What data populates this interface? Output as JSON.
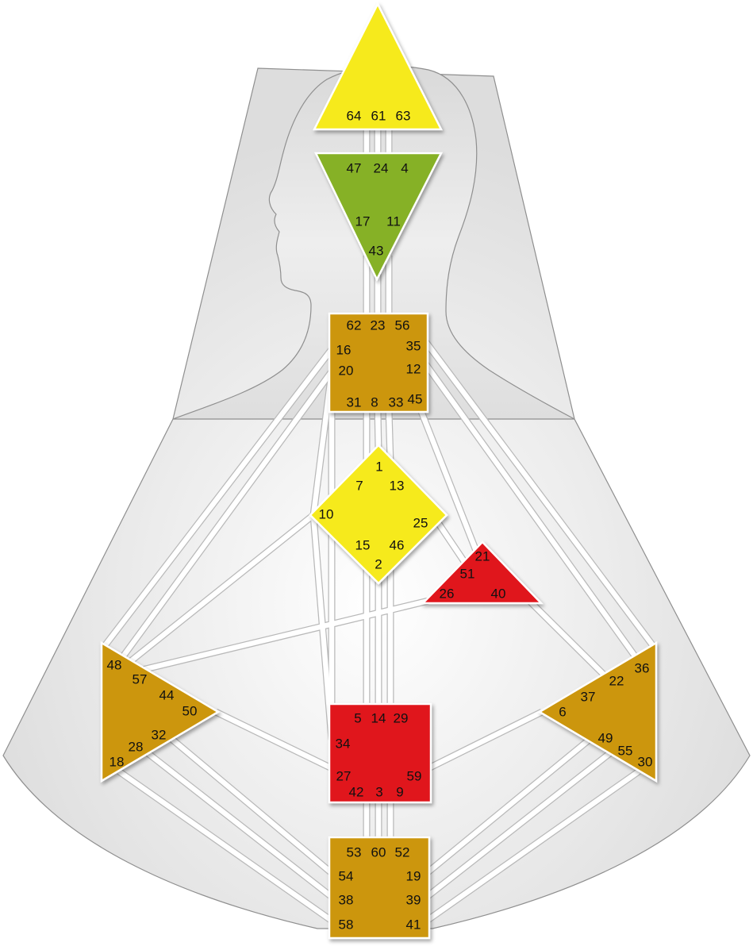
{
  "colors": {
    "background": "#ffffff",
    "silhouette": "#e2e2e2",
    "outline": "#8f8f8f",
    "channel_border": "#b9b9b9",
    "channel_fill": "#ffffff",
    "yellow": "#f6ea1f",
    "green": "#86b125",
    "ochre": "#cc960e",
    "red": "#e0121c"
  },
  "centers": [
    {
      "id": "head",
      "shape": "triangle-up",
      "color": "#f6ea1f",
      "gates": [
        "64",
        "61",
        "63"
      ]
    },
    {
      "id": "ajna",
      "shape": "triangle-down",
      "color": "#86b125",
      "gates": [
        "47",
        "24",
        "4",
        "17",
        "11",
        "43"
      ]
    },
    {
      "id": "throat",
      "shape": "square",
      "color": "#cc960e",
      "gates": [
        "62",
        "23",
        "56",
        "16",
        "35",
        "20",
        "12",
        "31",
        "8",
        "33",
        "45"
      ]
    },
    {
      "id": "g",
      "shape": "diamond",
      "color": "#f6ea1f",
      "gates": [
        "1",
        "7",
        "13",
        "10",
        "25",
        "15",
        "46",
        "2"
      ]
    },
    {
      "id": "heart",
      "shape": "triangle-small",
      "color": "#e0121c",
      "gates": [
        "21",
        "51",
        "26",
        "40"
      ]
    },
    {
      "id": "spleen",
      "shape": "triangle-right",
      "color": "#cc960e",
      "gates": [
        "48",
        "57",
        "44",
        "50",
        "32",
        "28",
        "18"
      ]
    },
    {
      "id": "solar-plexus",
      "shape": "triangle-left",
      "color": "#cc960e",
      "gates": [
        "36",
        "22",
        "37",
        "6",
        "49",
        "55",
        "30"
      ]
    },
    {
      "id": "sacral",
      "shape": "square",
      "color": "#e0121c",
      "gates": [
        "5",
        "14",
        "29",
        "34",
        "27",
        "59",
        "42",
        "3",
        "9"
      ]
    },
    {
      "id": "root",
      "shape": "square",
      "color": "#cc960e",
      "gates": [
        "53",
        "60",
        "52",
        "54",
        "19",
        "38",
        "39",
        "58",
        "41"
      ]
    }
  ],
  "channels": [
    [
      "64",
      "47"
    ],
    [
      "61",
      "24"
    ],
    [
      "63",
      "4"
    ],
    [
      "17",
      "62"
    ],
    [
      "43",
      "23"
    ],
    [
      "11",
      "56"
    ],
    [
      "1",
      "8"
    ],
    [
      "7",
      "31"
    ],
    [
      "13",
      "33"
    ],
    [
      "10",
      "20"
    ],
    [
      "16",
      "48"
    ],
    [
      "20",
      "57"
    ],
    [
      "20",
      "34"
    ],
    [
      "10",
      "34"
    ],
    [
      "10",
      "57"
    ],
    [
      "2",
      "14"
    ],
    [
      "15",
      "5"
    ],
    [
      "46",
      "29"
    ],
    [
      "25",
      "51"
    ],
    [
      "21",
      "45"
    ],
    [
      "26",
      "44"
    ],
    [
      "40",
      "37"
    ],
    [
      "35",
      "36"
    ],
    [
      "12",
      "22"
    ],
    [
      "50",
      "27"
    ],
    [
      "32",
      "54"
    ],
    [
      "28",
      "38"
    ],
    [
      "18",
      "58"
    ],
    [
      "6",
      "59"
    ],
    [
      "49",
      "19"
    ],
    [
      "55",
      "39"
    ],
    [
      "30",
      "41"
    ],
    [
      "3",
      "60"
    ],
    [
      "42",
      "53"
    ],
    [
      "9",
      "52"
    ]
  ]
}
